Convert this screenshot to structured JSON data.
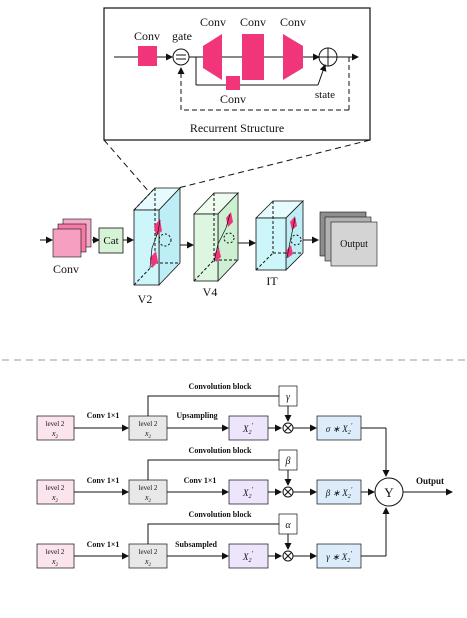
{
  "recurrent": {
    "title": "Recurrent Structure",
    "conv_small": "Conv",
    "gate": "gate",
    "conv_a": "Conv",
    "conv_b": "Conv",
    "conv_c": "Conv",
    "conv_under": "Conv",
    "state": "state"
  },
  "pipeline": {
    "input_label": "Conv",
    "cat_label": "Cat",
    "v2_label": "V2",
    "v4_label": "V4",
    "it_label": "IT",
    "output_label": "Output"
  },
  "multiscale": {
    "rows": [
      {
        "input_level": "level 2",
        "input_var": "x",
        "input_sub": "2",
        "conv_label": "Conv 1×1",
        "mid_level": "level 2",
        "mid_var": "x",
        "mid_sub": "2",
        "block_label": "Convolution block",
        "op_label": "Upsampling",
        "feat_var": "X",
        "feat_sub": "2",
        "feat_prime": "′",
        "weight": "γ",
        "scaled_prefix": "σ ∗ X",
        "scaled_sub": "2",
        "scaled_prime": "′"
      },
      {
        "input_level": "level 2",
        "input_var": "x",
        "input_sub": "2",
        "conv_label": "Conv 1×1",
        "mid_level": "level 2",
        "mid_var": "x",
        "mid_sub": "2",
        "block_label": "Convolution block",
        "op_label": "Conv 1×1",
        "feat_var": "X",
        "feat_sub": "2",
        "feat_prime": "′",
        "weight": "β",
        "scaled_prefix": "β ∗ X",
        "scaled_sub": "2",
        "scaled_prime": "′"
      },
      {
        "input_level": "level 2",
        "input_var": "x",
        "input_sub": "2",
        "conv_label": "Conv 1×1",
        "mid_level": "level 2",
        "mid_var": "x",
        "mid_sub": "2",
        "block_label": "Convolution block",
        "op_label": "Subsampled",
        "feat_var": "X",
        "feat_sub": "2",
        "feat_prime": "′",
        "weight": "α",
        "scaled_prefix": "γ ∗ X",
        "scaled_sub": "2",
        "scaled_prime": "′"
      }
    ],
    "sum_symbol": "Y",
    "output_label": "Output"
  },
  "colors": {
    "conv_pink": "#f0357a",
    "cat_green": "#d6f3d6",
    "cyan_face": "#cdf6fb",
    "green_face": "#dcf6e0",
    "gray_box": "#e8e8e8",
    "purple_box": "#ece5fb",
    "blue_box": "#dcecfb",
    "input_pink": "#fce4ef"
  }
}
